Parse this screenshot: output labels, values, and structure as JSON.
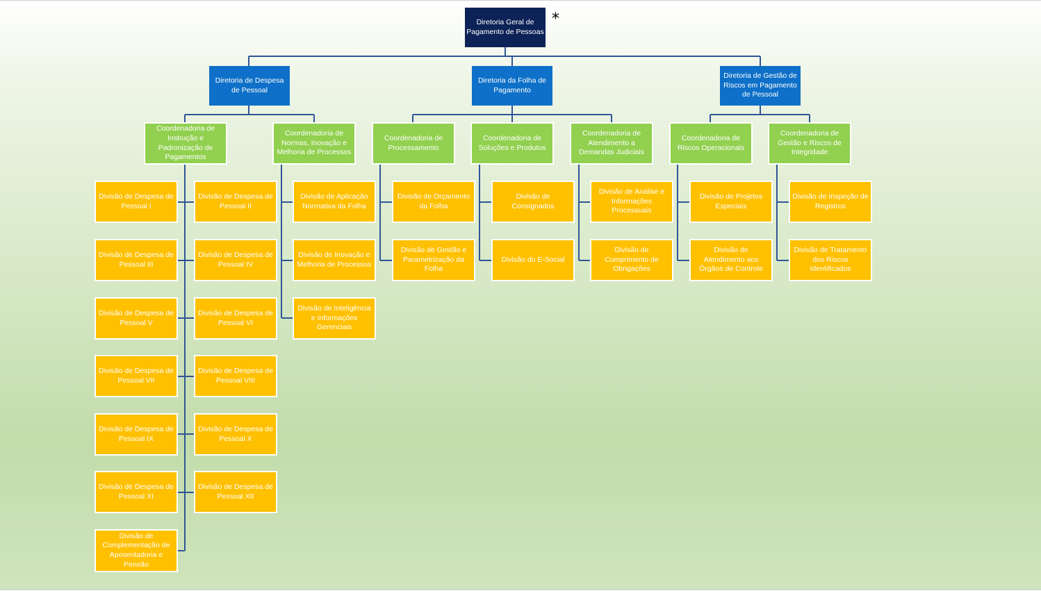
{
  "note_mark": "*",
  "chart": {
    "root": "Diretoria Geral de\nPagamento de Pessoas",
    "dir1": "Diretoria de Despesa\nde Pessoal",
    "dir2": "Diretoria da Folha de\nPagamento",
    "dir3": "Diretoria de Gestão de\nRiscos em Pagamento\nde Pessoal",
    "c1": "Coordenadoria de\nInstrução e\nPadronização de\nPagamentos",
    "c2": "Coordenadoria de\nNormas, Inovação e\nMelhoria de Processos",
    "c3": "Coordenadoria de\nProcessamento",
    "c4": "Coordenadoria de\nSoluções e Produtos",
    "c5": "Coordenadoria de\nAtendimento a\nDemandas Judiciais",
    "c6": "Coordenadoria de\nRiscos Operacionais",
    "c7": "Coordenadoria de\nGestão e Riscos de\nIntegridade",
    "d1": "Divisão de Despesa de\nPessoal I",
    "d2": "Divisão de Despesa de\nPessoal II",
    "d3": "Divisão de Despesa de\nPessoal III",
    "d4": "Divisão de Despesa de\nPessoal IV",
    "d5": "Divisão de Despesa de\nPessoal V",
    "d6": "Divisão de Despesa de\nPessoal VI",
    "d7": "Divisão de Despesa de\nPessoal VII",
    "d8": "Divisão de Despesa de\nPessoal VIII",
    "d9": "Divisão de Despesa de\nPessoal IX",
    "d10": "Divisão de Despesa de\nPessoal X",
    "d11": "Divisão de Despesa de\nPessoal XI",
    "d12": "Divisão de Despesa de\nPessoal XII",
    "d13": "Divisão de\nComplementação de\nAposentadoria e\nPensão",
    "n1": "Divisão de Aplicação\nNormativa da Folha",
    "n2": "Divisão de Inovação e\nMelhoria de Processos",
    "n3": "Divisão de Inteligência\ne Informações\nGerenciais",
    "p1": "Divisão de Orçamento\nda Folha",
    "p2": "Divisão de Gestão e\nParametrização da\nFolha",
    "s1": "Divisão de\nConsignados",
    "s2": "Divisão do E-Social",
    "j1": "Divisão de Análise e\nInformações\nProcessuais",
    "j2": "Divisão de\nCumprimento de\nObrigações",
    "r1": "Divisão de Projetos\nEspeciais",
    "r2": "Divisão de\nAtendimento aos\nÓrgãos de Controle",
    "g1": "Divisão de Inspeção de\nRegistros",
    "g2": "Divisão de Tratamento\ndos Riscos\nIdentificados"
  },
  "colors": {
    "root": "#0d2257",
    "diretoria": "#0e70c8",
    "coordenadoria": "#92d050",
    "divisao": "#ffc000",
    "connector": "#2f5597"
  }
}
